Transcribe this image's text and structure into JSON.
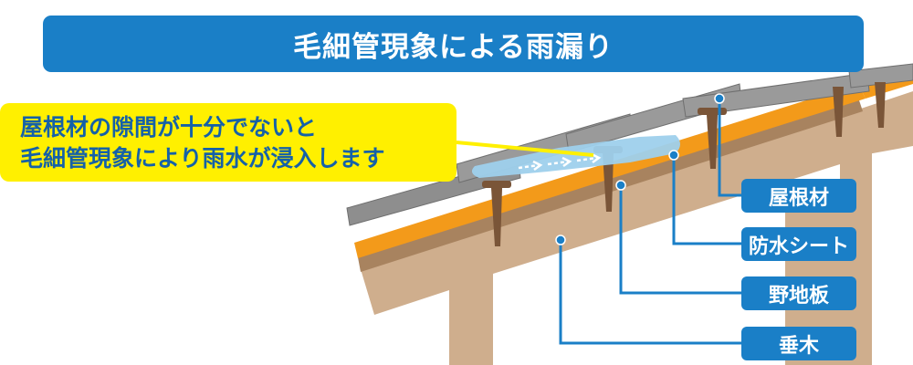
{
  "title": "毛細管現象による雨漏り",
  "callout": {
    "line1": "屋根材の隙間が十分でないと",
    "line2": "毛細管現象により雨水が浸入します"
  },
  "labels": {
    "roof_material": "屋根材",
    "waterproof_sheet": "防水シート",
    "sheathing_board": "野地板",
    "rafter": "垂木"
  },
  "colors": {
    "banner": "#1a7fc7",
    "callout_bg": "#fff000",
    "callout_text": "#1561a8",
    "waterproof_sheet": "#f39a1a",
    "wood": "#cfae8d",
    "roof_tile": "#9a9a9a",
    "water": "#9ed0ec"
  }
}
